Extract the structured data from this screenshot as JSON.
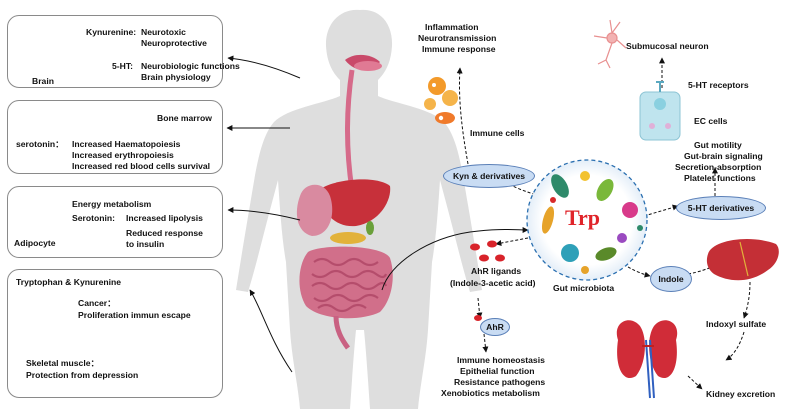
{
  "left_panels": {
    "brain": {
      "image_label": "Brain",
      "kynurenine_label": "Kynurenine:",
      "kynurenine_effects": [
        "Neurotoxic",
        "Neuroprotective"
      ],
      "ht_label": "5-HT:",
      "ht_effects": [
        "Neurobiologic functions",
        "Brain physiology"
      ]
    },
    "bone": {
      "image_label": "Bone marrow",
      "serotonin_label": "serotonin：",
      "effects": [
        "Increased Haematopoiesis",
        "Increased erythropoiesis",
        "Increased red blood cells survival"
      ]
    },
    "adipocyte": {
      "image_label": "Adipocyte",
      "energy": "Energy metabolism",
      "serotonin_label": "Serotonin:",
      "effects": [
        "Increased lipolysis",
        "Reduced response",
        "to insulin"
      ]
    },
    "trp_kyn": {
      "title": "Tryptophan & Kynurenine",
      "cancer_label": "Cancer：",
      "cancer_effect": "Proliferation immun escape",
      "muscle_label": "Skeletal muscle：",
      "muscle_effect": "Protection from depression"
    }
  },
  "center": {
    "trp_label": "Trp",
    "microbiota_label": "Gut microbiota",
    "kyn_pill": "Kyn & derivatives",
    "ht_pill": "5-HT derivatives",
    "indole_pill": "Indole",
    "ahr_pill": "AhR"
  },
  "right": {
    "inflammation": [
      "Inflammation",
      "Neurotransmission",
      "Immune response"
    ],
    "immune_cells": "Immune cells",
    "submucosal": "Submucosal neuron",
    "ht_receptors": "5-HT receptors",
    "ec_cells": "EC cells",
    "gut_effects": [
      "Gut motility",
      "Gut-brain signaling",
      "Secretion-absorption",
      "Platelet functions"
    ],
    "ahr_ligands": [
      "AhR ligands",
      "(Indole-3-acetic acid)"
    ],
    "ahr_effects": [
      "Immune homeostasis",
      "Epithelial function",
      "Resistance pathogens",
      "Xenobiotics metabolism"
    ],
    "indoxyl": "Indoxyl sulfate",
    "kidney": "Kidney excretion"
  },
  "colors": {
    "pill_fill": "#c9dcf3",
    "pill_border": "#5b80b8",
    "trp_text": "#e0242a",
    "body_skin": "#d9d9d9",
    "dot_red": "#d8232a"
  }
}
